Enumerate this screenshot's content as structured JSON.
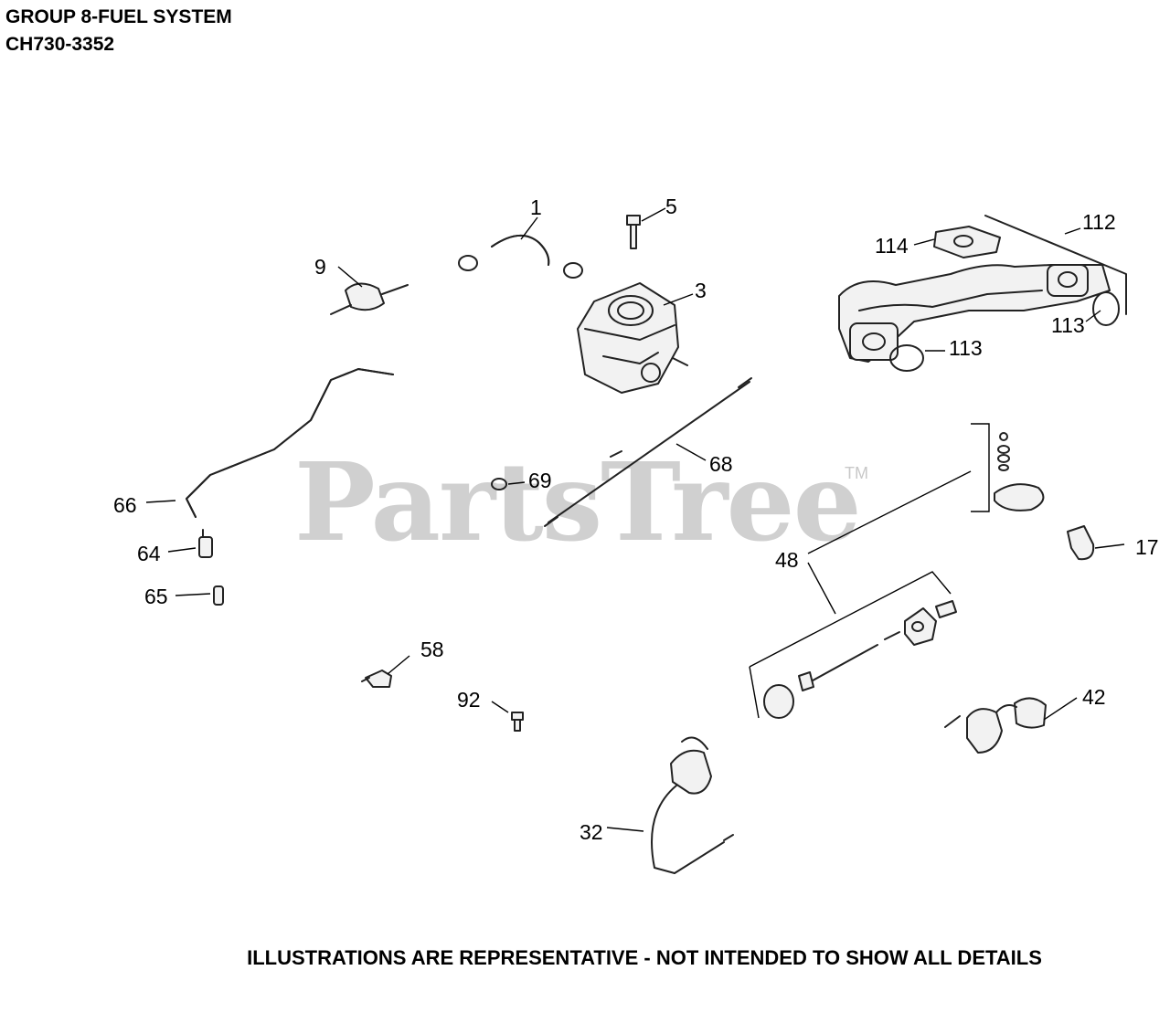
{
  "header": {
    "title": "GROUP 8-FUEL SYSTEM",
    "model": "CH730-3352"
  },
  "watermark": {
    "text": "PartsTree",
    "tm": "TM"
  },
  "footer": {
    "note": "ILLUSTRATIONS ARE REPRESENTATIVE - NOT INTENDED TO SHOW ALL DETAILS"
  },
  "callouts": {
    "c1": "1",
    "c5": "5",
    "c9": "9",
    "c3": "3",
    "c112": "112",
    "c114": "114",
    "c113a": "113",
    "c113b": "113",
    "c68": "68",
    "c69": "69",
    "c66": "66",
    "c64": "64",
    "c65": "65",
    "c48": "48",
    "c17": "17",
    "c58": "58",
    "c92": "92",
    "c42": "42",
    "c32": "32"
  }
}
